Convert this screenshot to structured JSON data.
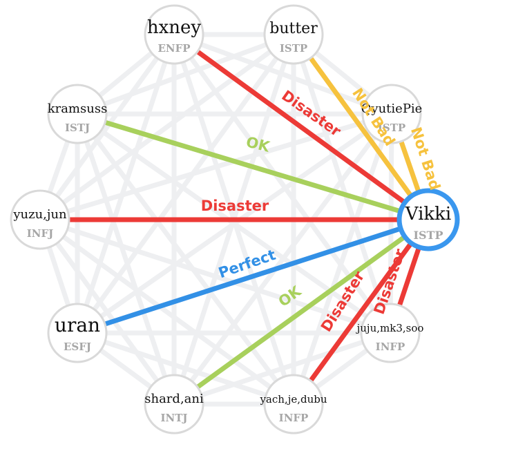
{
  "colors": {
    "perfect": "#3290e6",
    "ok": "#a8d05c",
    "not_bad": "#f6c23e",
    "disaster": "#ec3a36",
    "background_edge": "#eeeff1",
    "node_border": "#d9d9d9",
    "center_ring": "#3a97ee"
  },
  "center": {
    "id": "vikki",
    "name": "Vikki",
    "type": "ISTP"
  },
  "people": [
    {
      "id": "hxney",
      "name": "hxney",
      "type": "ENFP"
    },
    {
      "id": "butter",
      "name": "butter",
      "type": "ISTP"
    },
    {
      "id": "qyutiepie",
      "name": "QyutiePie",
      "type": "ISTP"
    },
    {
      "id": "kramsuss",
      "name": "kramsuss",
      "type": "ISTJ"
    },
    {
      "id": "yuzujun",
      "name": "yuzu,jun",
      "type": "INFJ"
    },
    {
      "id": "uran",
      "name": "uran",
      "type": "ESFJ"
    },
    {
      "id": "shardani",
      "name": "shard,ani",
      "type": "INTJ"
    },
    {
      "id": "yachjedubu",
      "name": "yach,je,dubu",
      "type": "INFP"
    },
    {
      "id": "jujumk3soo",
      "name": "juju,mk3,soo",
      "type": "INFP"
    }
  ],
  "connections": [
    {
      "to": "hxney",
      "label": "Disaster",
      "level": "disaster"
    },
    {
      "to": "butter",
      "label": "Not Bad",
      "level": "not_bad"
    },
    {
      "to": "qyutiepie",
      "label": "Not Bad",
      "level": "not_bad"
    },
    {
      "to": "kramsuss",
      "label": "OK",
      "level": "ok"
    },
    {
      "to": "yuzujun",
      "label": "Disaster",
      "level": "disaster"
    },
    {
      "to": "uran",
      "label": "Perfect",
      "level": "perfect"
    },
    {
      "to": "shardani",
      "label": "OK",
      "level": "ok"
    },
    {
      "to": "yachjedubu",
      "label": "Disaster",
      "level": "disaster"
    },
    {
      "to": "jujumk3soo",
      "label": "Disaster",
      "level": "disaster"
    }
  ]
}
